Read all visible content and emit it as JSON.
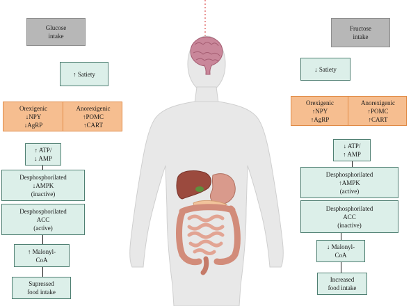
{
  "left": {
    "intake": [
      "Glucose",
      "intake"
    ],
    "satiety": "↑ Satiety",
    "orexigenic": [
      "Orexigenic",
      "↓NPY",
      "↓AgRP"
    ],
    "anorexigenic": [
      "Anorexigenic",
      "↑POMC",
      "↑CART"
    ],
    "atp": [
      "↑ ATP/",
      "↓ AMP"
    ],
    "ampk": [
      "Desphosphorilated",
      "↓AMPK",
      "(inactive)"
    ],
    "acc": [
      "Desphosphorilated",
      "ACC",
      "(active)"
    ],
    "malonyl": [
      "↑ Malonyl-",
      "CoA"
    ],
    "food": [
      "Supressed",
      "food intake"
    ]
  },
  "right": {
    "intake": [
      "Fructose",
      "intake"
    ],
    "satiety": "↓ Satiety",
    "orexigenic": [
      "Orexigenic",
      "↑NPY",
      "↑AgRP"
    ],
    "anorexigenic": [
      "Anorexigenic",
      "↑POMC",
      "↑CART"
    ],
    "atp": [
      "↓ ATP/",
      "↑ AMP"
    ],
    "ampk": [
      "Desphosphorilated",
      "↑AMPK",
      "(active)"
    ],
    "acc": [
      "Desphosphorilated",
      "ACC",
      "(inactive)"
    ],
    "malonyl": [
      "↓ Malonyl-",
      "CoA"
    ],
    "food": [
      "Increased",
      "food intake"
    ]
  },
  "colors": {
    "gray_box": "#b7b7b7",
    "green_box": "#dcefe9",
    "orange_box": "#f6be90",
    "center_line": "#d62c2c",
    "body": "#e7e7e7"
  }
}
